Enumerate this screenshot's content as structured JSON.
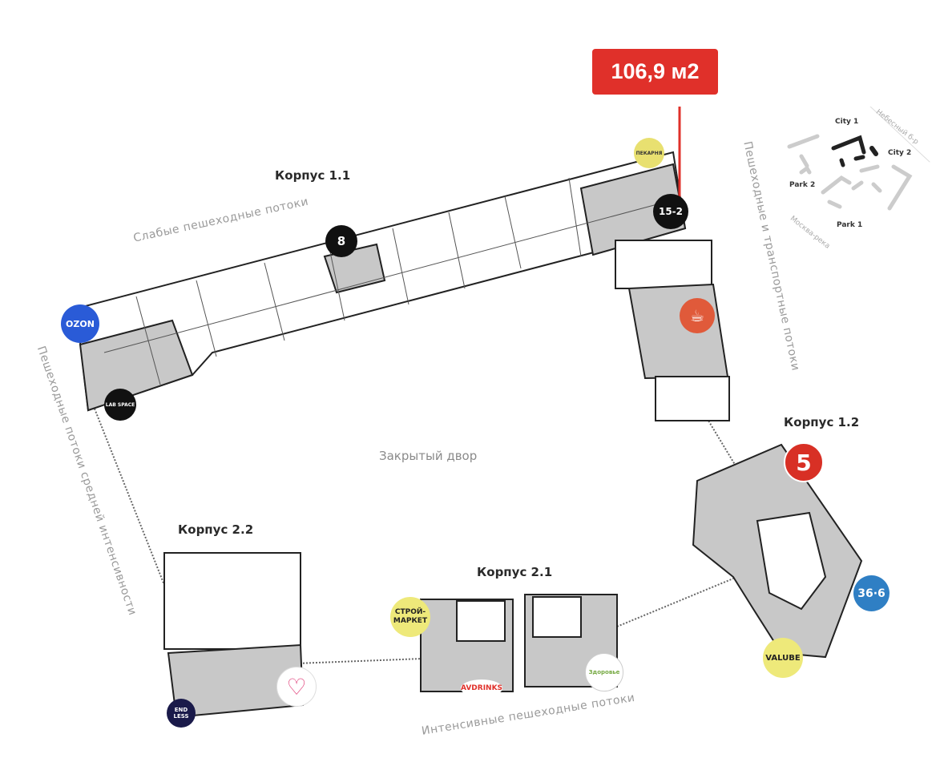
{
  "area_callout": {
    "label": "106,9 м2",
    "color": "#e0302a"
  },
  "buildings": {
    "k11": "Корпус 1.1",
    "k12": "Корпус 1.2",
    "k21": "Корпус 2.1",
    "k22": "Корпус 2.2"
  },
  "courtyard": "Закрытый двор",
  "flows": {
    "weak": "Слабые пешеходные потоки",
    "pedestrian_transport": "Пешеходные и транспортные потоки",
    "medium": "Пешеходные потоки средней интенсивности",
    "intensive": "Интенсивные пешеходные потоки"
  },
  "markers": {
    "unit8": "8",
    "unit15": "15-2"
  },
  "tenants": {
    "ozon": "OZON",
    "labspace": "LAB SPACE",
    "bakery": "ПЕКАРНЯ",
    "coffee": "coffee-cup-icon",
    "pyaterochka": "5",
    "apteka": "36·6",
    "valube": "VALUBE",
    "stroimarket": "СТРОЙ-МАРКЕТ",
    "avdrinks": "AVDRINKS",
    "zdorovie": "Здоровье",
    "endless": "END LESS",
    "heart": "heart-icon"
  },
  "minimap": {
    "city1": "City 1",
    "city2": "City 2",
    "park1": "Park 1",
    "park2": "Park 2",
    "street": "Небесный б-р",
    "river": "Москва-река"
  }
}
